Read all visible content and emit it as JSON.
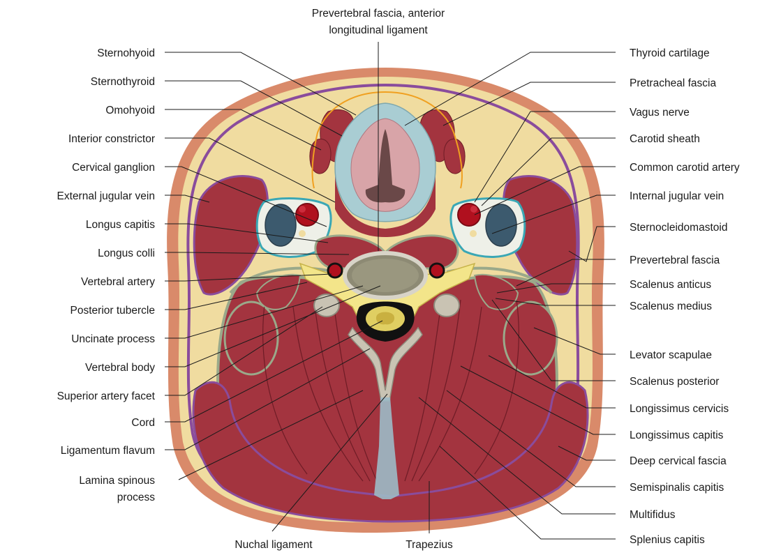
{
  "figure": {
    "top_label_line1": "Prevertebral fascia, anterior",
    "top_label_line2": "longitudinal ligament",
    "left_labels": [
      "Sternohyoid",
      "Sternothyroid",
      "Omohyoid",
      "Interior constrictor",
      "Cervical ganglion",
      "External jugular vein",
      "Longus capitis",
      "Longus colli",
      "Vertebral artery",
      "Posterior tubercle",
      "Uncinate process",
      "Vertebral body",
      "Superior artery facet",
      "Cord",
      "Ligamentum flavum",
      "Lamina spinous",
      "process"
    ],
    "right_labels": [
      "Thyroid cartilage",
      "Pretracheal fascia",
      "Vagus nerve",
      "Carotid sheath",
      "Common carotid artery",
      "Internal jugular vein",
      "Sternocleidomastoid",
      "Prevertebral fascia",
      "Scalenus anticus",
      "Scalenus medius",
      "Levator scapulae",
      "Scalenus posterior",
      "Longissimus cervicis",
      "Longissimus capitis",
      "Deep cervical fascia",
      "Semispinalis capitis",
      "Multifidus",
      "Splenius capitis"
    ],
    "bottom_labels": [
      "Nuchal ligament",
      "Trapezius"
    ]
  },
  "colors": {
    "skin": "#d98a6a",
    "fat": "#f0dca0",
    "muscle": "#a3343f",
    "muscle_line": "#6e1c26",
    "fascia_purple": "#8a4c9c",
    "fascia_green": "#9aa98a",
    "cartilage_blue": "#a9cdd3",
    "mucosa_pink": "#d8a4a8",
    "bone": "#c9c3b3",
    "vertebral_yellow": "#f3e58a",
    "artery": "#b0101e",
    "vein": "#3c5a6e",
    "pretracheal_orange": "#f0a020"
  }
}
